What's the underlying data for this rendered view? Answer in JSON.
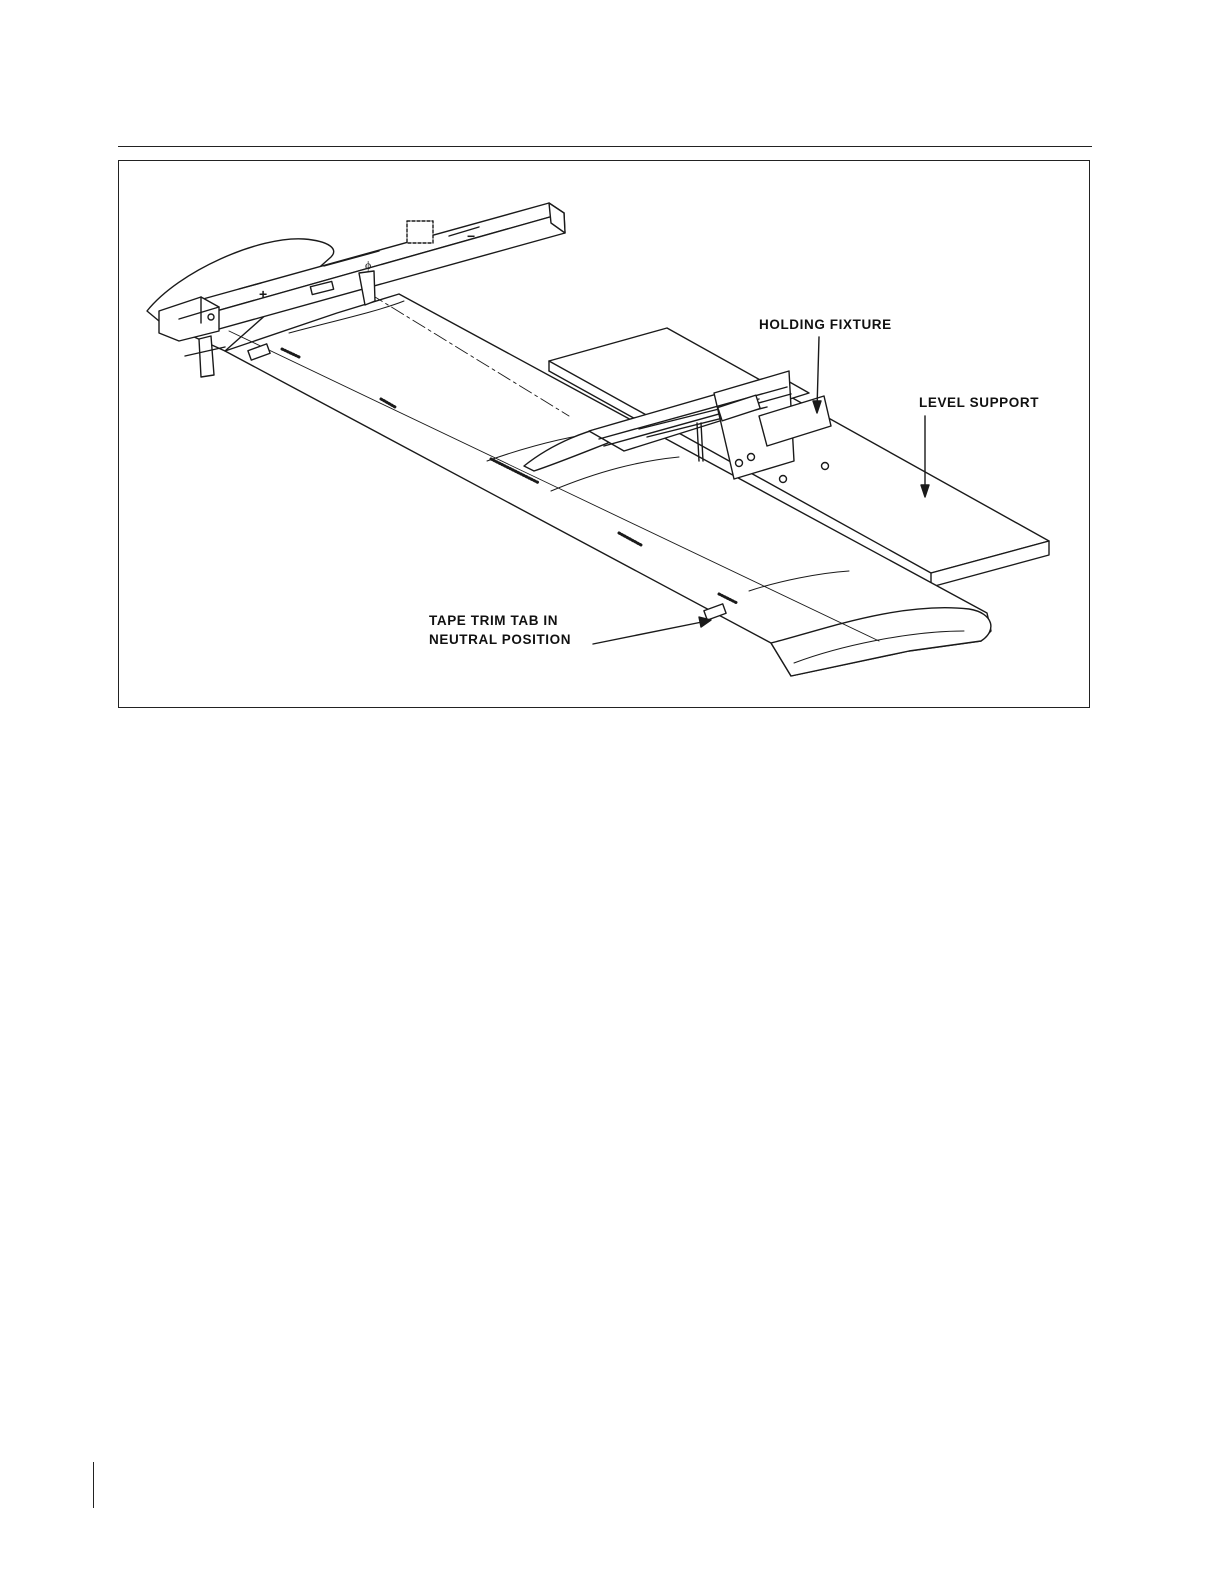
{
  "figure": {
    "callouts": {
      "holding_fixture": "HOLDING FIXTURE",
      "level_support": "LEVEL SUPPORT",
      "tape_trim_tab_line1": "TAPE TRIM TAB IN",
      "tape_trim_tab_line2": "NEUTRAL POSITION"
    },
    "protractor_marks": {
      "plus": "+",
      "minus": "−",
      "zero": "ϕ"
    }
  }
}
